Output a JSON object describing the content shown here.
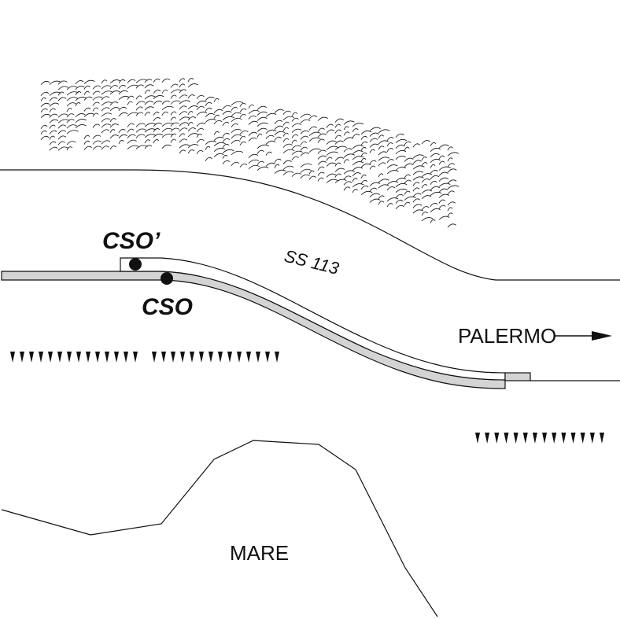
{
  "labels": {
    "road": "SS 113",
    "direction": "PALERMO",
    "sea": "MARE",
    "station_upper": "CSO’",
    "station_lower": "CSO"
  },
  "colors": {
    "line": "#111111",
    "road_band": "#d4d4d4",
    "background": "#ffffff"
  },
  "icons": {
    "direction_arrow": "arrow-right-icon",
    "vegetation": "scrub-hatching",
    "coast_marks": "tick-marks"
  }
}
